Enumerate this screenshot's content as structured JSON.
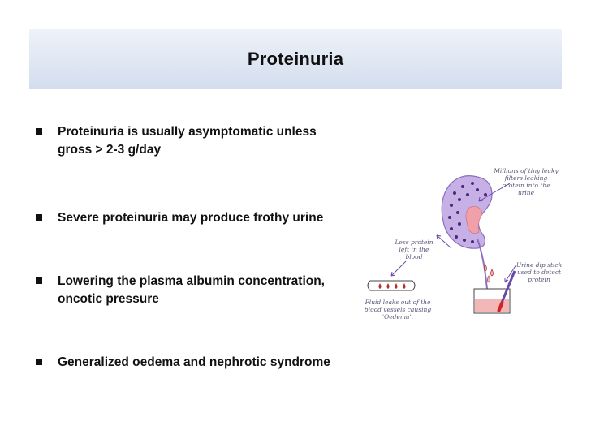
{
  "slide": {
    "title": "Proteinuria",
    "bullets": [
      {
        "text": "Proteinuria is usually asymptomatic unless gross > 2-3 g/day"
      },
      {
        "text": "Severe proteinuria may produce frothy urine"
      },
      {
        "text": "Lowering the plasma albumin concentration, oncotic pressure"
      },
      {
        "text": "Generalized oedema and nephrotic syndrome"
      }
    ]
  },
  "diagram": {
    "captions": {
      "kidney": "Millions of tiny leaky filters leaking protein into the urine",
      "blood": "Less protein left in the blood",
      "dipstick": "Urine dip stick used to detect protein",
      "oedema": "Fluid leaks out of the blood vessels causing 'Oedema'."
    }
  },
  "colors": {
    "title_bar": "#dfe7f3",
    "kidney_fill": "#c6b0e6",
    "blood_drop": "#b03030",
    "urine": "#f2b8b8",
    "dipstick_red": "#d82020",
    "arrow_purple": "#6a4aa8"
  }
}
